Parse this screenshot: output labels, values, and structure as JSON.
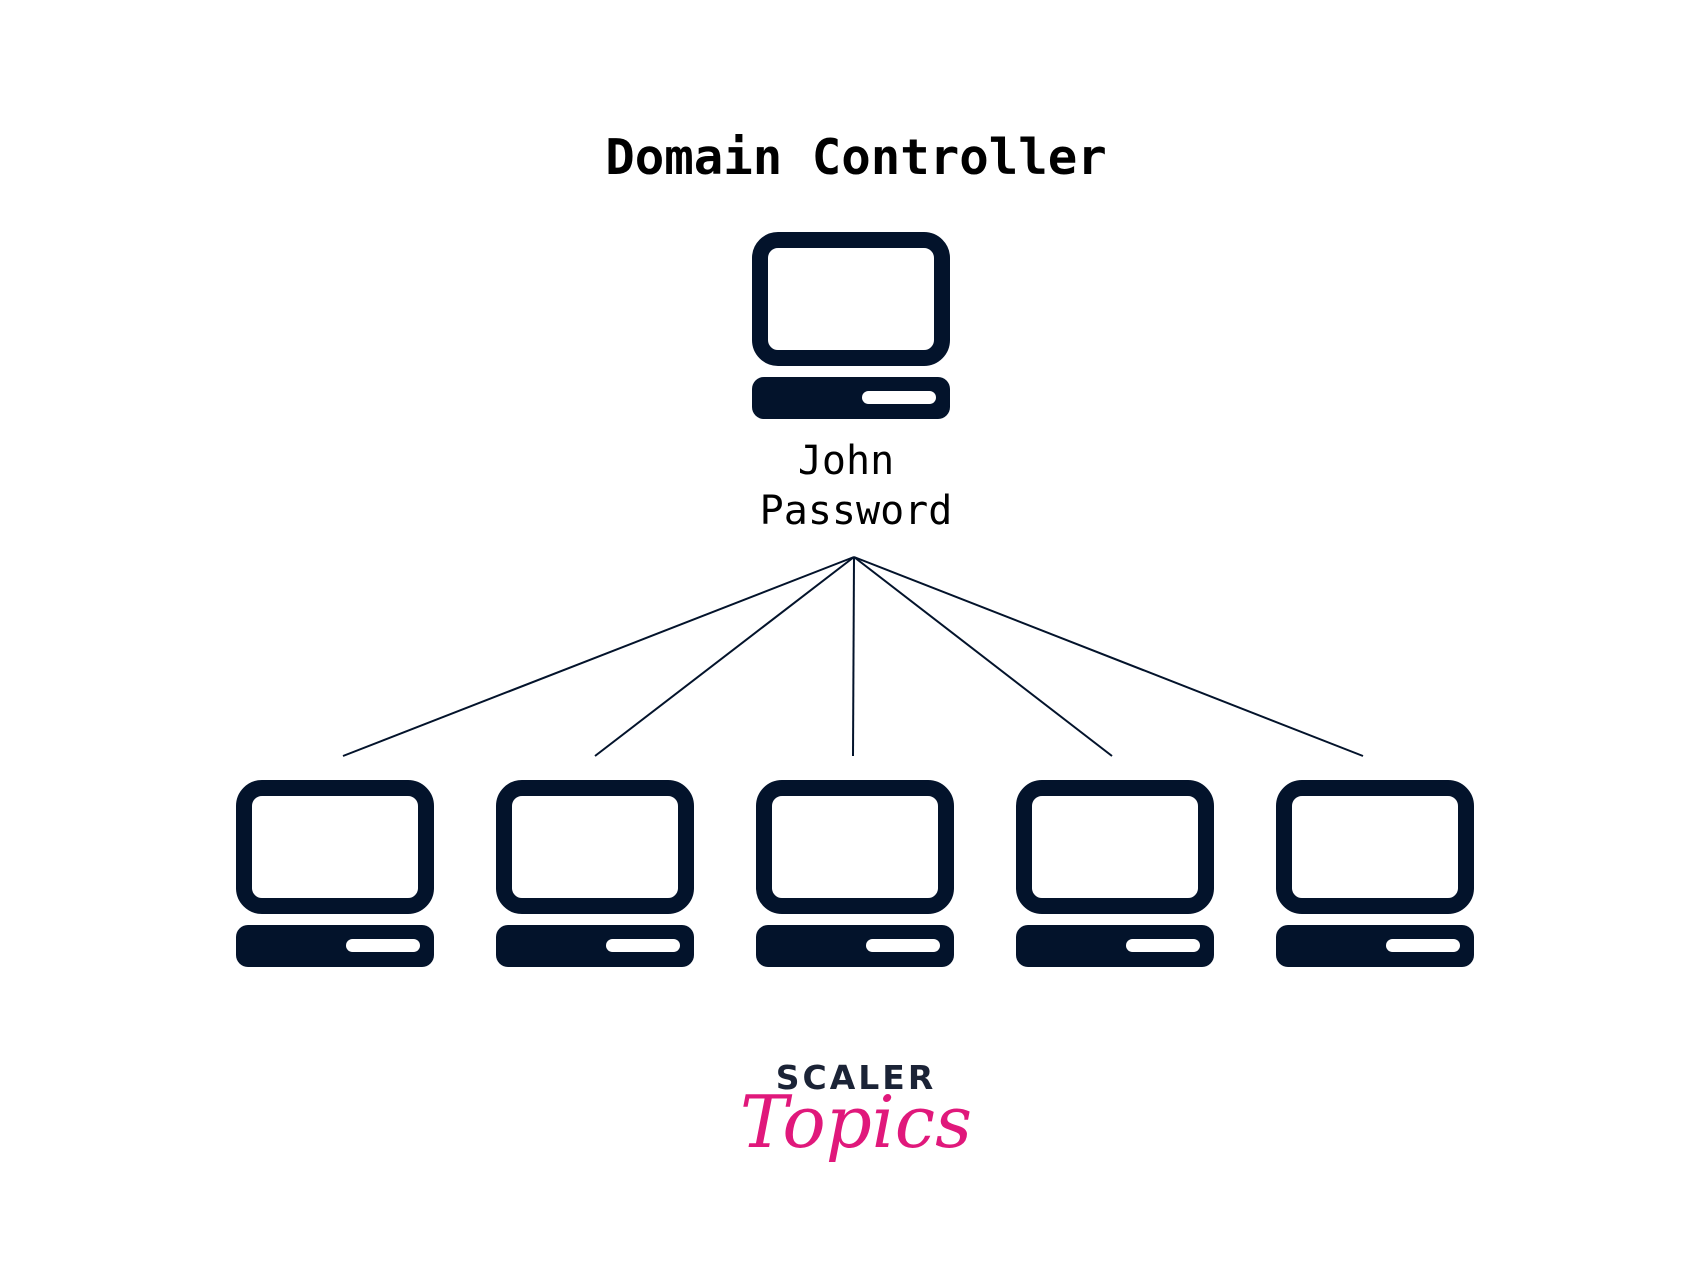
{
  "diagram": {
    "title": "Domain Controller",
    "controller": {
      "label_line1": "John",
      "label_line2": "Password"
    },
    "clients": [
      {
        "id": "client-1"
      },
      {
        "id": "client-2"
      },
      {
        "id": "client-3"
      },
      {
        "id": "client-4"
      },
      {
        "id": "client-5"
      }
    ]
  },
  "logo": {
    "line1": "SCALER",
    "line2": "Topics"
  },
  "colors": {
    "icon": "#03132b",
    "line": "#03132b",
    "text": "#000000",
    "logo_top": "#1b2336",
    "logo_bottom": "#e0187b",
    "background": "#ffffff"
  }
}
